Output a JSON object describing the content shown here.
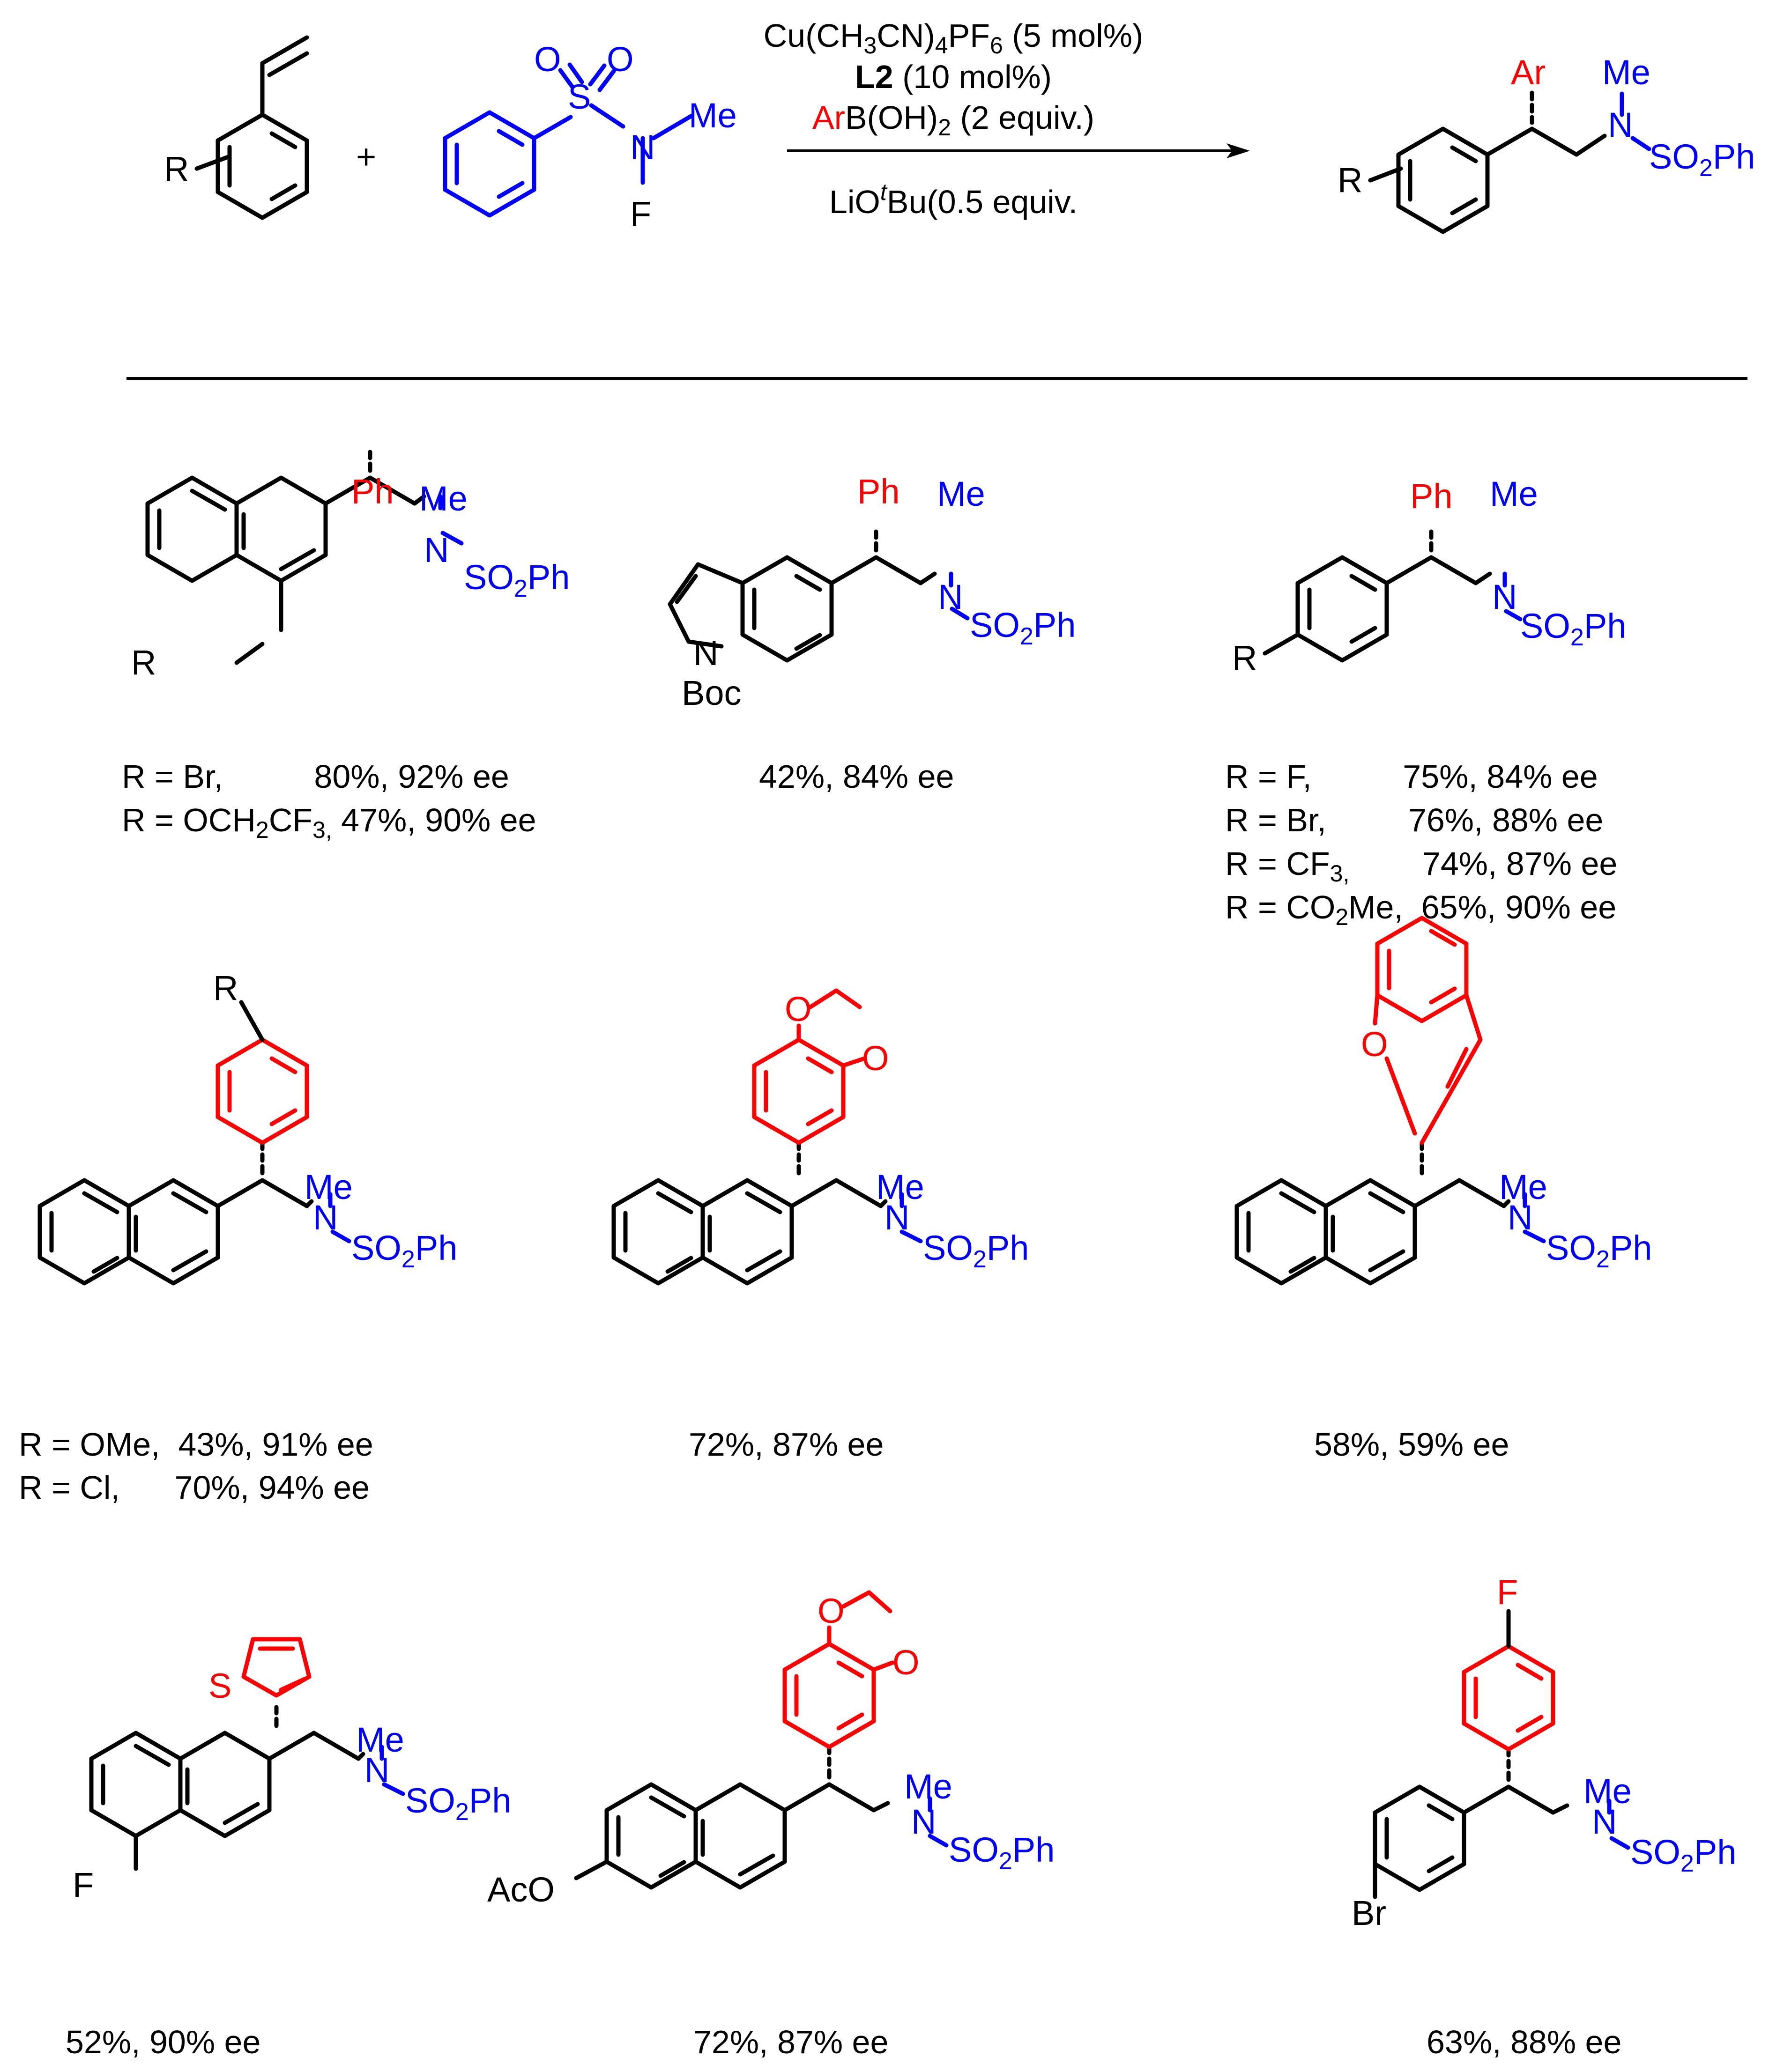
{
  "colors": {
    "reagent": "#0000ff",
    "aryl": "#ff0000",
    "text": "#000000"
  },
  "scheme": {
    "substrate_R": "R",
    "plus": "+",
    "reagent": {
      "S": "S",
      "O1": "O",
      "O2": "O",
      "N": "N",
      "Me": "Me",
      "F": "F"
    },
    "conditions": {
      "line1": "Cu(CH3CN)4PF6 (5 mol%)",
      "line2_bold": "L2",
      "line2_rest": " (10 mol%)",
      "line3_ar": "Ar",
      "line3_rest": "B(OH)2 (2 equiv.)",
      "line4": "LiOtBu(0.5 equiv."
    },
    "product": {
      "Ar": "Ar",
      "N": "N",
      "Me": "Me",
      "SO2Ph": "SO2Ph",
      "R": "R"
    }
  },
  "labels": {
    "Ph": "Ph",
    "Me": "Me",
    "N": "N",
    "SO2Ph": "SO2Ph",
    "R": "R",
    "Boc": "Boc",
    "O": "O",
    "S": "S",
    "F": "F",
    "Br": "Br",
    "AcO": "AcO"
  },
  "results": {
    "c1": [
      "R = Br,          80%, 92% ee",
      "R = OCH2CF3, 47%, 90% ee"
    ],
    "c2": [
      "42%, 84% ee"
    ],
    "c3": [
      "R = F,          75%, 84% ee",
      "R = Br,         76%, 88% ee",
      "R = CF3,        74%, 87% ee",
      "R = CO2Me,  65%, 90% ee"
    ],
    "c4": [
      "R = OMe,  43%, 91% ee",
      "R = Cl,      70%, 94% ee"
    ],
    "c5": [
      "72%, 87% ee"
    ],
    "c6": [
      "58%, 59% ee"
    ],
    "c7": [
      "52%, 90% ee"
    ],
    "c8": [
      "72%, 87% ee"
    ],
    "c9": [
      "63%, 88% ee"
    ]
  }
}
